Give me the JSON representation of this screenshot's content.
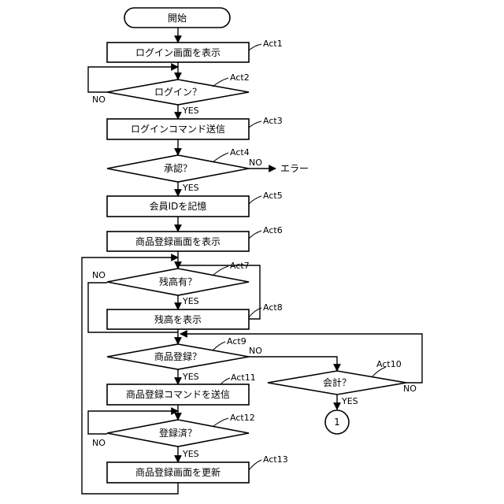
{
  "start": "開始",
  "steps": {
    "act1": {
      "ref": "Act1",
      "text": "ログイン画面を表示"
    },
    "act2": {
      "ref": "Act2",
      "text": "ログイン？"
    },
    "act3": {
      "ref": "Act3",
      "text": "ログインコマンド送信"
    },
    "act4": {
      "ref": "Act4",
      "text": "承認？"
    },
    "act5": {
      "ref": "Act5",
      "text": "会員IDを記憶"
    },
    "act6": {
      "ref": "Act6",
      "text": "商品登録画面を表示"
    },
    "act7": {
      "ref": "Act7",
      "text": "残高有？"
    },
    "act8": {
      "ref": "Act8",
      "text": "残高を表示"
    },
    "act9": {
      "ref": "Act9",
      "text": "商品登録？"
    },
    "act10": {
      "ref": "Act10",
      "text": "会計？"
    },
    "act11": {
      "ref": "Act11",
      "text": "商品登録コマンドを送信"
    },
    "act12": {
      "ref": "Act12",
      "text": "登録済？"
    },
    "act13": {
      "ref": "Act13",
      "text": "商品登録画面を更新"
    }
  },
  "labels": {
    "yes": "YES",
    "no": "NO"
  },
  "error": "エラー",
  "connector": "1"
}
